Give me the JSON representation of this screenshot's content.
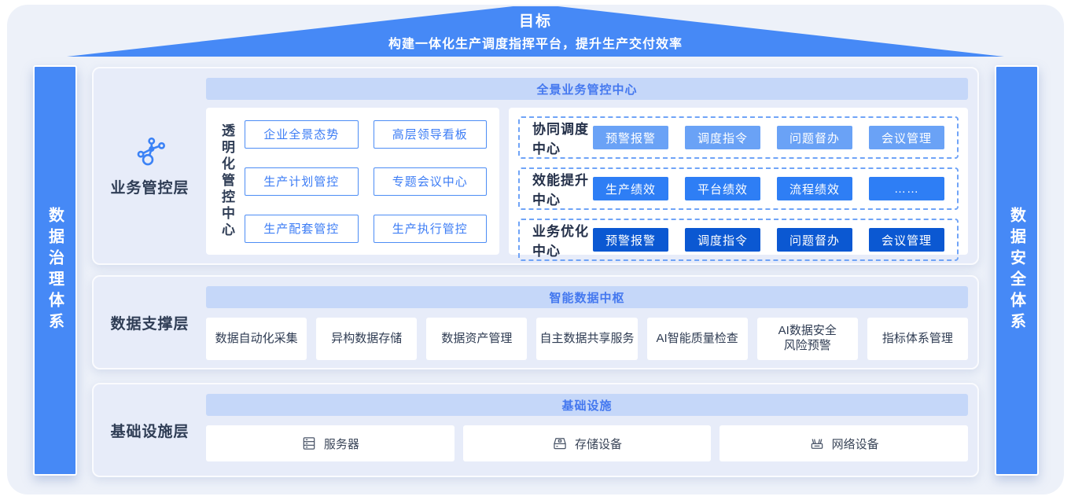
{
  "roof": {
    "title": "目标",
    "subtitle": "构建一体化生产调度指挥平台，提升生产交付效率"
  },
  "left_pillar": {
    "label": "数据治理体系"
  },
  "right_pillar": {
    "label": "数据安全体系"
  },
  "layers": {
    "business": {
      "label": "业务管控层",
      "icon": "network-node-icon",
      "header": "全景业务管控中心",
      "panel_title": "透明化管控中心",
      "modules": [
        "企业全景态势",
        "高层领导看板",
        "生产计划管控",
        "专题会议中心",
        "生产配套管控",
        "生产执行管控"
      ],
      "rows": [
        {
          "label": "协同调度中心",
          "color": "#6aa2f6",
          "buttons": [
            "预警报警",
            "调度指令",
            "问题督办",
            "会议管理"
          ]
        },
        {
          "label": "效能提升中心",
          "color": "#2e7ef5",
          "buttons": [
            "生产绩效",
            "平台绩效",
            "流程绩效",
            "……"
          ]
        },
        {
          "label": "业务优化中心",
          "color": "#0b58d2",
          "buttons": [
            "预警报警",
            "调度指令",
            "问题督办",
            "会议管理"
          ]
        }
      ]
    },
    "data_support": {
      "label": "数据支撑层",
      "header": "智能数据中枢",
      "modules": [
        "数据自动化采集",
        "异构数据存储",
        "数据资产管理",
        "自主数据共享服务",
        "AI智能质量检查",
        "AI数据安全\n风险预警",
        "指标体系管理"
      ]
    },
    "infrastructure": {
      "label": "基础设施层",
      "header": "基础设施",
      "modules": [
        {
          "icon": "server-icon",
          "label": "服务器"
        },
        {
          "icon": "storage-icon",
          "label": "存储设备"
        },
        {
          "icon": "network-device-icon",
          "label": "网络设备"
        }
      ]
    }
  },
  "colors": {
    "accent_blue": "#4689f6",
    "header_bar_bg": "#c5d7f9",
    "header_bar_text": "#4478ef",
    "layer_bg": "#e7ecf9",
    "card_bg": "#edf1f9",
    "outline_button_border": "#4d8df5",
    "dashed_border": "#70a4f7",
    "chip_row_1": "#6aa2f6",
    "chip_row_2": "#2e7ef5",
    "chip_row_3": "#0b58d2",
    "dark_text": "#2f3d55"
  }
}
